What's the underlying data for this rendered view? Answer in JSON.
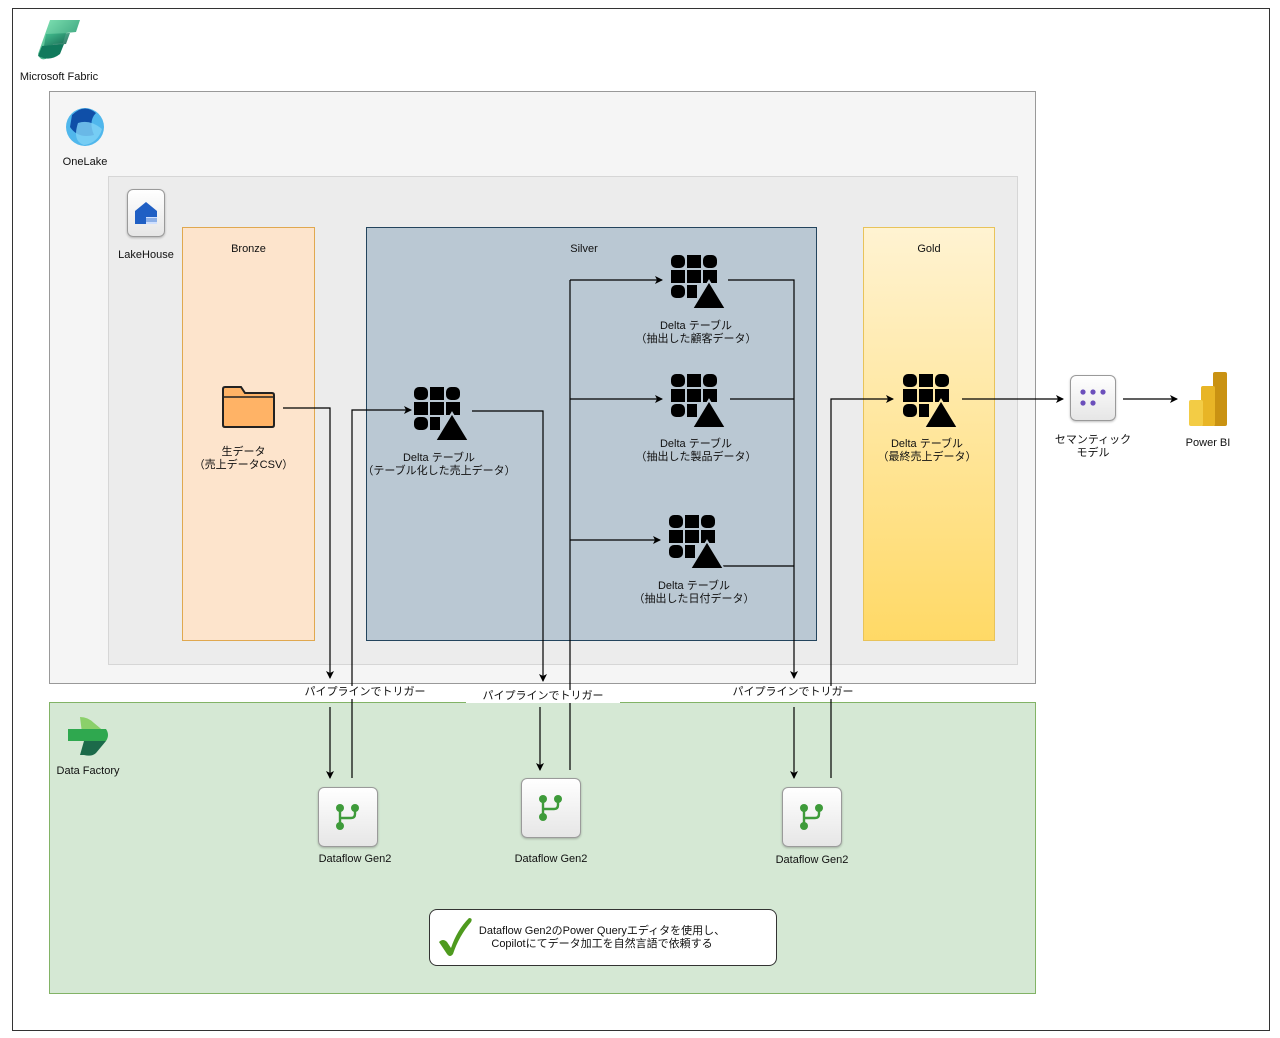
{
  "platform": {
    "label": "Microsoft Fabric",
    "icon": "microsoft-fabric-icon"
  },
  "onelake": {
    "label": "OneLake",
    "icon": "onelake-icon"
  },
  "lakehouse": {
    "label": "LakeHouse",
    "icon": "lakehouse-icon"
  },
  "zones": {
    "bronze": {
      "title": "Bronze",
      "color": "#fde4cc"
    },
    "silver": {
      "title": "Silver",
      "color": "#bac8d3"
    },
    "gold": {
      "title": "Gold",
      "color": "#ffd966"
    }
  },
  "nodes": {
    "raw_data": {
      "line1": "生データ",
      "line2": "（売上データCSV）",
      "icon": "folder-icon"
    },
    "delta_sales": {
      "line1": "Delta テーブル",
      "line2": "（テーブル化した売上データ）",
      "icon": "delta-table-icon"
    },
    "delta_customer": {
      "line1": "Delta テーブル",
      "line2": "（抽出した顧客データ）",
      "icon": "delta-table-icon"
    },
    "delta_product": {
      "line1": "Delta テーブル",
      "line2": "（抽出した製品データ）",
      "icon": "delta-table-icon"
    },
    "delta_date": {
      "line1": "Delta テーブル",
      "line2": "（抽出した日付データ）",
      "icon": "delta-table-icon"
    },
    "delta_final": {
      "line1": "Delta テーブル",
      "line2": "（最終売上データ）",
      "icon": "delta-table-icon"
    },
    "semantic_model": {
      "line1": "セマンティック",
      "line2": "モデル",
      "icon": "semantic-model-icon"
    },
    "power_bi": {
      "label": "Power BI",
      "icon": "power-bi-icon"
    }
  },
  "triggers": [
    "パイプラインでトリガー",
    "パイプラインでトリガー",
    "パイプラインでトリガー"
  ],
  "data_factory": {
    "label": "Data Factory",
    "icon": "data-factory-icon"
  },
  "dataflows": [
    {
      "label": "Dataflow Gen2"
    },
    {
      "label": "Dataflow Gen2"
    },
    {
      "label": "Dataflow Gen2"
    }
  ],
  "note": {
    "line1": "Dataflow Gen2のPower Queryエディタを使用し、",
    "line2": "Copilotにてデータ加工を自然言語で依頼する",
    "icon": "checkmark-icon"
  }
}
